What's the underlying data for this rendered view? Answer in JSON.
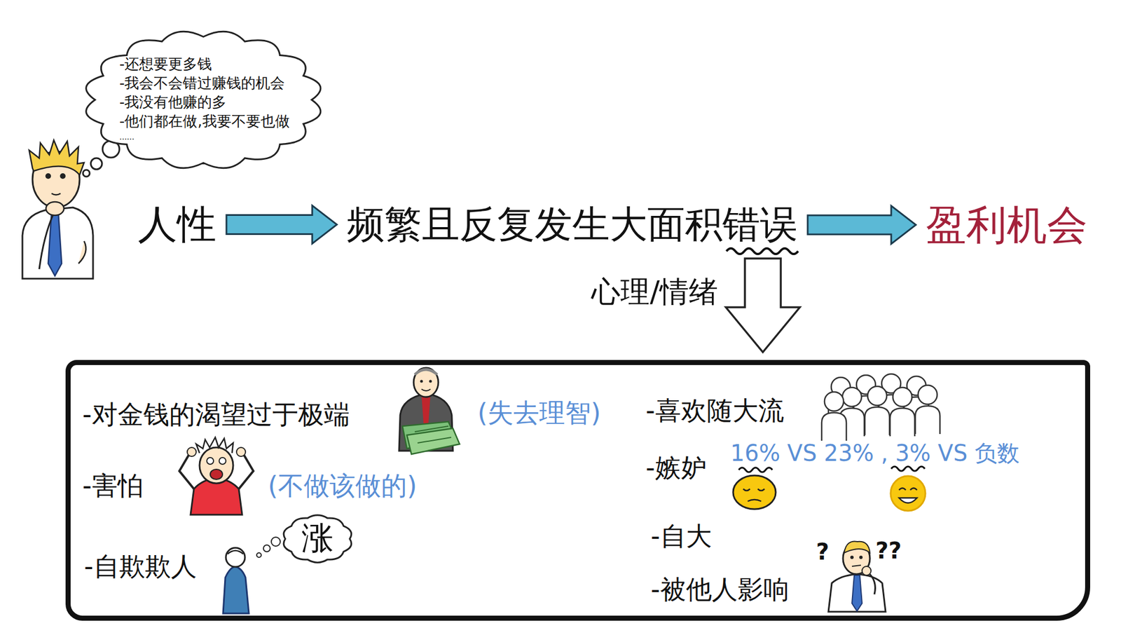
{
  "diagram": {
    "nodes": [
      {
        "text": [
          "-还想要更多钱",
          "-我会不会错过赚钱的机会",
          "-我没有他赚的多",
          "-他们都在做,我要不要也做",
          "......"
        ]
      },
      {
        "text": [
          "人性"
        ]
      },
      {
        "text": [
          "频繁且反复发生大面积错误"
        ]
      },
      {
        "text": [
          "盈利机会"
        ]
      },
      {
        "text": [
          "-对金钱的渴望过于极端",
          "(失去理智)",
          "-害怕",
          "(不做该做的)",
          "-自欺欺人",
          "-喜欢随大流",
          "-嫉妒",
          "16% VS 23% , 3% VS 负数",
          "-自大",
          "-被他人影响"
        ]
      },
      {
        "text": [
          "涨"
        ],
        "in": 4
      }
    ],
    "edges": [
      {
        "from": 1,
        "to": 2,
        "arrow": "to"
      },
      {
        "from": 2,
        "to": 3,
        "arrow": "to"
      },
      {
        "from": 2,
        "to": 4,
        "arrow": "to",
        "label": "心理/情绪"
      }
    ],
    "labels": [
      "?",
      "??"
    ]
  }
}
